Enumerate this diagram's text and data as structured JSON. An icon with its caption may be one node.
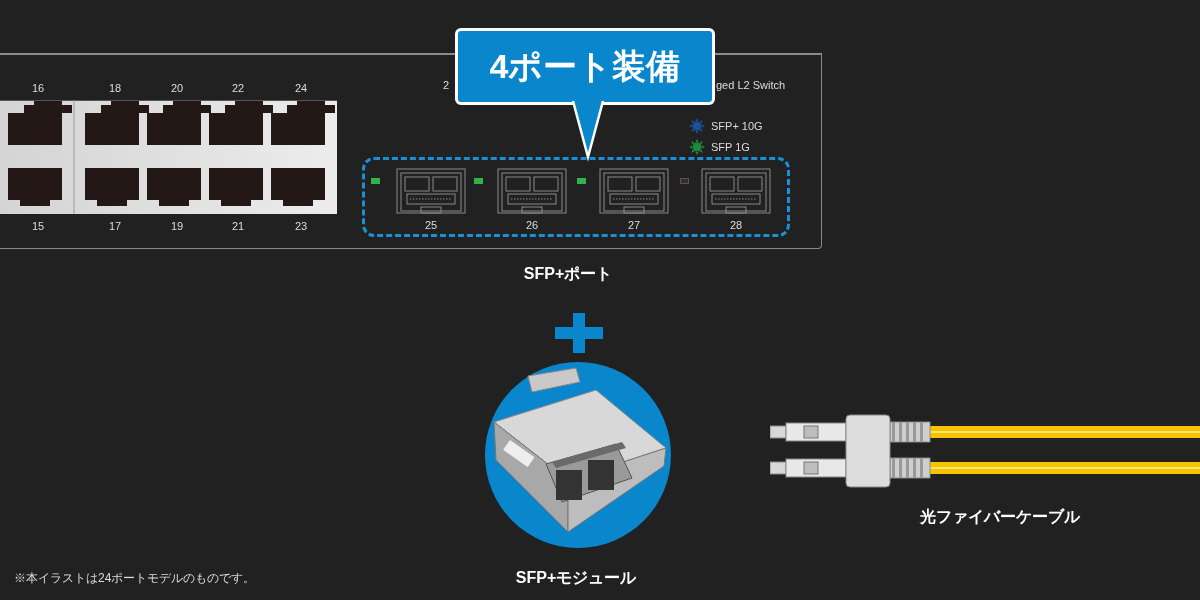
{
  "diagram": {
    "nodes": [
      {
        "text": [
          "4ポート装備"
        ]
      },
      {
        "text": [
          "25",
          "26",
          "27",
          "28"
        ],
        "beside": [
          "SFP+ポート"
        ]
      },
      {
        "text": [],
        "shape": "picture",
        "beside": [
          "SFP+モジュール"
        ]
      },
      {
        "text": [],
        "shape": "picture",
        "beside": [
          "光ファイバーケーブル"
        ]
      }
    ],
    "edges": [
      {
        "from": 0,
        "to": 1,
        "arrow": "none"
      }
    ],
    "labels": [
      "16",
      "18",
      "20",
      "22",
      "24",
      "15",
      "17",
      "19",
      "21",
      "23",
      "2",
      "ged L2 Switch",
      "※本イラストは24ポートモデルのものです。"
    ],
    "legend": [
      {
        "text": "SFP+ 10G",
        "color": "#1d4f9e"
      },
      {
        "text": "SFP 1G",
        "color": "#1e8a3c"
      }
    ]
  }
}
